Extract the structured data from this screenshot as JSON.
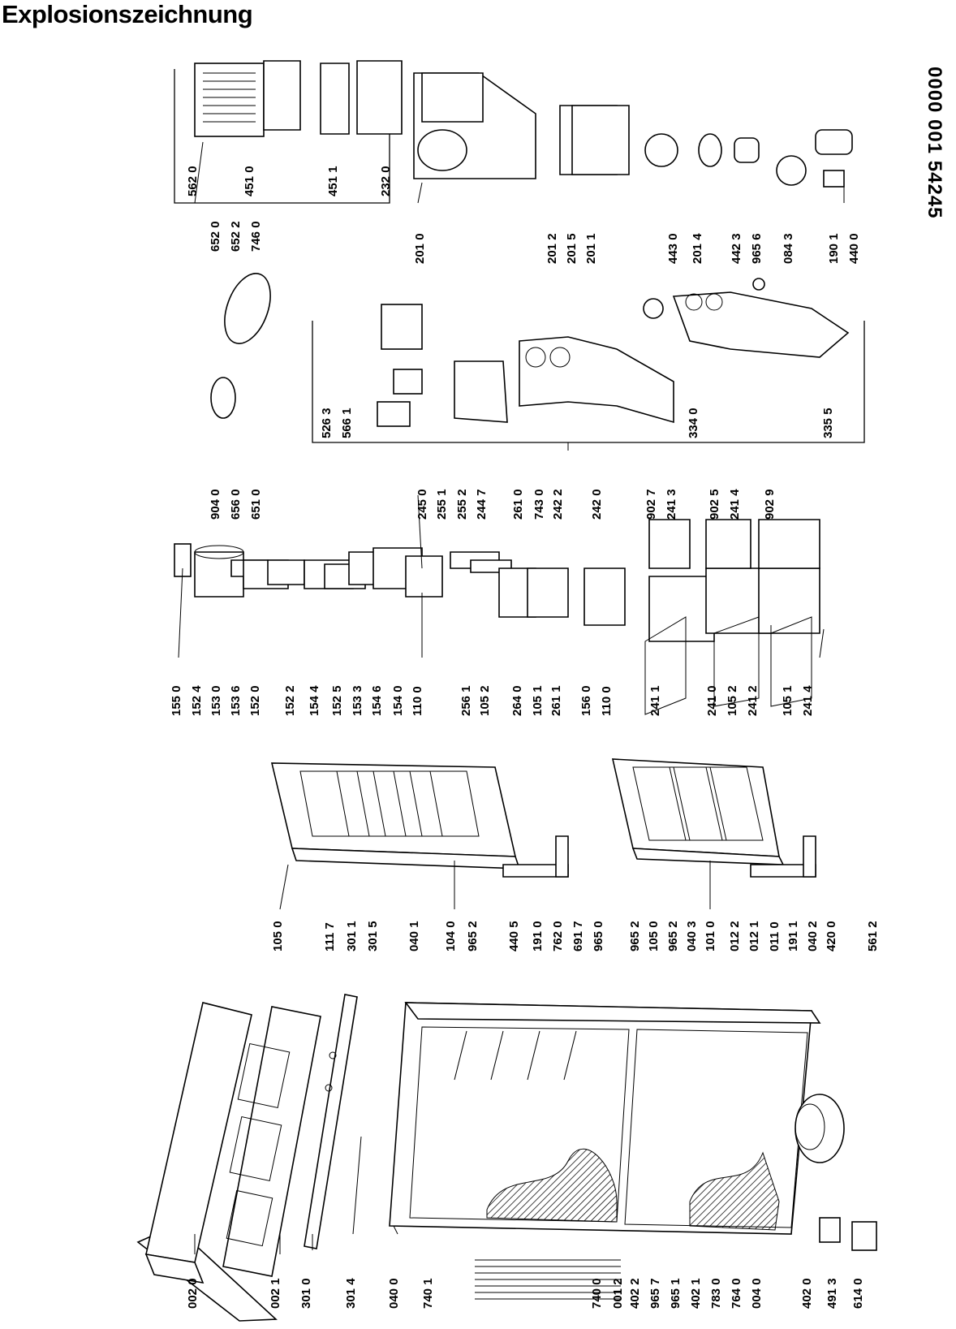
{
  "title": "Explosionszeichnung",
  "doc_code": "0000 001 54245",
  "labels": [
    "002 0",
    "002 1",
    "301 0",
    "301 4",
    "040 0",
    "740 1",
    "740 0",
    "001 2",
    "402 2",
    "965 7",
    "965 1",
    "402 1",
    "783 0",
    "764 0",
    "004 0",
    "402 0",
    "491 3",
    "614 0",
    "105 0",
    "111 7",
    "301 1",
    "301 5",
    "040 1",
    "104 0",
    "965 2",
    "440 5",
    "191 0",
    "762 0",
    "691 7",
    "965 0",
    "965 2",
    "105 0",
    "965 2",
    "040 3",
    "101 0",
    "012 2",
    "012 1",
    "011 0",
    "191 1",
    "040 2",
    "420 0",
    "561 2",
    "155 0",
    "152 4",
    "153 0",
    "153 6",
    "152 0",
    "152 2",
    "154 4",
    "152 5",
    "153 3",
    "154 6",
    "154 0",
    "110 0",
    "256 1",
    "105 2",
    "264 0",
    "105 1",
    "261 1",
    "156 0",
    "110 0",
    "241 1",
    "241 0",
    "105 2",
    "241 2",
    "105 1",
    "241 4",
    "904 0",
    "656 0",
    "651 0",
    "245 0",
    "255 1",
    "255 2",
    "244 7",
    "261 0",
    "743 0",
    "242 2",
    "242 0",
    "902 7",
    "241 3",
    "902 5",
    "241 4",
    "902 9",
    "526 3",
    "566 1",
    "334 0",
    "335 5",
    "652 0",
    "652 2",
    "746 0",
    "562 0",
    "451 0",
    "451 1",
    "232 0",
    "201 0",
    "201 2",
    "201 5",
    "201 1",
    "443 0",
    "201 4",
    "442 3",
    "965 6",
    "084 3",
    "190 1",
    "440 0"
  ]
}
